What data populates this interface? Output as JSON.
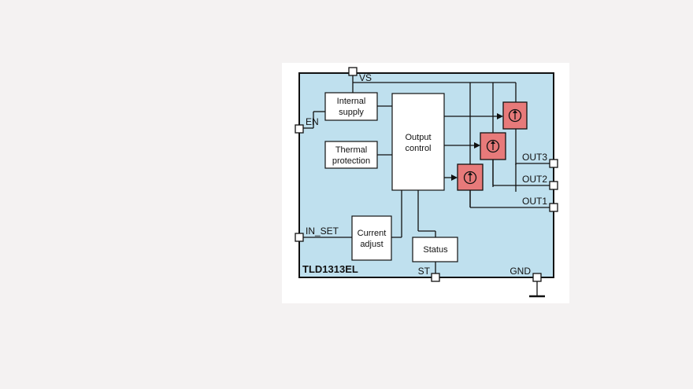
{
  "diagram": {
    "chip_name": "TLD1313EL",
    "pins": {
      "vs": "VS",
      "en": "EN",
      "in_set": "IN_SET",
      "st": "ST",
      "gnd": "GND",
      "out1": "OUT1",
      "out2": "OUT2",
      "out3": "OUT3"
    },
    "blocks": {
      "internal_supply": [
        "Internal",
        "supply"
      ],
      "thermal_protection": [
        "Thermal",
        "protection"
      ],
      "output_control": [
        "Output",
        "control"
      ],
      "current_adjust": [
        "Current",
        "adjust"
      ],
      "status": "Status"
    },
    "colors": {
      "chip_fill": "#bfe0ee",
      "current_source_fill": "#e77a7a",
      "line": "#111111"
    }
  }
}
